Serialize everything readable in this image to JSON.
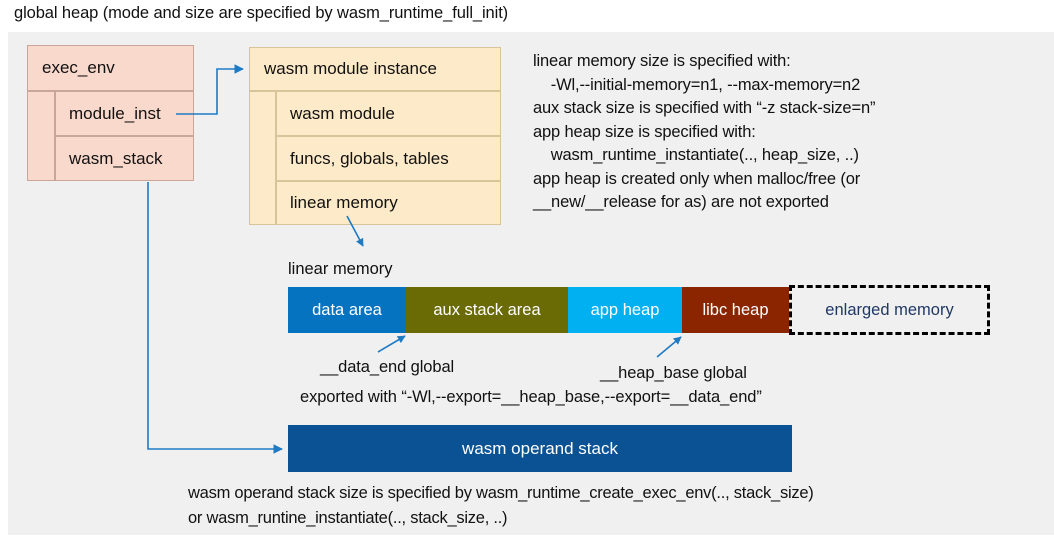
{
  "title": "global heap (mode and size are specified by wasm_runtime_full_init)",
  "exec_env": {
    "header": "exec_env",
    "rows": [
      "module_inst",
      "wasm_stack"
    ],
    "fill": "#fad9cd",
    "border": "#c9a699"
  },
  "module_instance": {
    "header": "wasm module instance",
    "rows": [
      "wasm module",
      "funcs, globals, tables",
      "linear memory"
    ],
    "fill": "#fdeac8",
    "border": "#d8c49b"
  },
  "notes": {
    "right_block": "linear memory size is specified with:\n    -Wl,--initial-memory=n1, --max-memory=n2\naux stack size is specified with “-z stack-size=n”\napp heap size is specified with:\n    wasm_runtime_instantiate(.., heap_size, ..)\napp heap is created only when malloc/free (or\n__new/__release for as) are not exported"
  },
  "linear_memory": {
    "label": "linear memory",
    "segments": [
      {
        "label": "data area",
        "color": "#0673c1",
        "text_color": "#ffffff"
      },
      {
        "label": "aux stack area",
        "color": "#6b6b06",
        "text_color": "#ffffff"
      },
      {
        "label": "app heap",
        "color": "#00b0f0",
        "text_color": "#ffffff"
      },
      {
        "label": "libc heap",
        "color": "#8b2500",
        "text_color": "#ffffff"
      },
      {
        "label": "enlarged memory",
        "color": "transparent",
        "text_color": "#1f3864"
      }
    ]
  },
  "annotations": {
    "data_end": "__data_end global",
    "heap_base": "__heap_base global",
    "exported_with": "exported with “-Wl,--export=__heap_base,--export=__data_end”"
  },
  "operand_stack": {
    "label": "wasm operand stack",
    "color": "#0a5294",
    "note": "wasm operand stack size is specified by wasm_runtime_create_exec_env(.., stack_size)\nor wasm_runtine_instantiate(.., stack_size, ..)"
  },
  "colors": {
    "panel_background": "#f0f0f0",
    "arrow": "#1f7ac4",
    "page_background": "#ffffff"
  }
}
